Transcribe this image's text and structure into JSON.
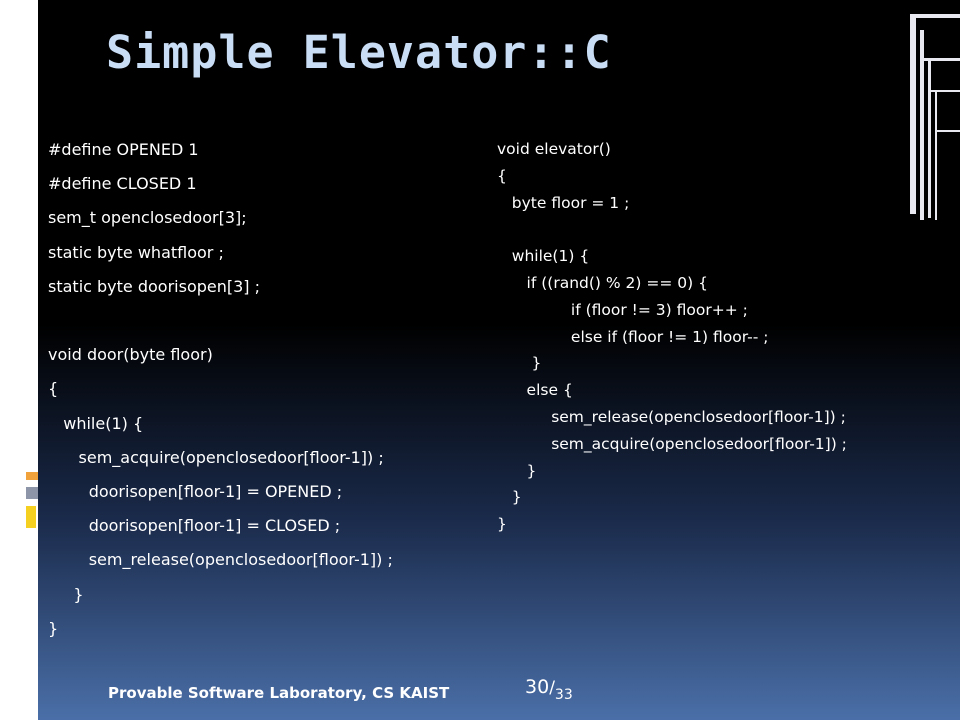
{
  "slide": {
    "title": "Simple Elevator::C",
    "code_left": [
      "#define OPENED 1",
      "#define CLOSED 1",
      "sem_t openclosedoor[3];",
      "static byte whatfloor ;",
      "static byte doorisopen[3] ;",
      "",
      "void door(byte floor)",
      "{",
      "   while(1) {",
      "      sem_acquire(openclosedoor[floor-1]) ;",
      "        doorisopen[floor-1] = OPENED ;",
      "        doorisopen[floor-1] = CLOSED ;",
      "        sem_release(openclosedoor[floor-1]) ;",
      "     }",
      "}"
    ],
    "code_right": [
      "void elevator()",
      "{",
      "   byte floor = 1 ;",
      "",
      "   while(1) {",
      "      if ((rand() % 2) == 0) {",
      "               if (floor != 3) floor++ ;",
      "               else if (floor != 1) floor-- ;",
      "       }",
      "      else {",
      "           sem_release(openclosedoor[floor-1]) ;",
      "           sem_acquire(openclosedoor[floor-1]) ;",
      "      }",
      "   }",
      "}"
    ],
    "footer": "Provable Software Laboratory, CS KAIST",
    "page_current": "30",
    "page_separator": "/",
    "page_total": "33"
  },
  "colors": {
    "title": "#c9ddf5",
    "text": "#ffffff",
    "background_top": "#000000",
    "background_bottom": "#4a6fa8",
    "accent_orange": "#f2a23a",
    "accent_yellow": "#f5d020",
    "accent_grey": "#8c96a8"
  }
}
